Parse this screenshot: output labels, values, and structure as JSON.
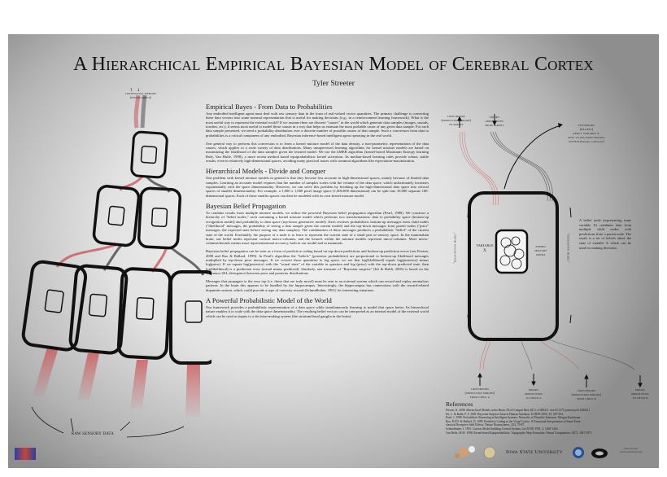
{
  "title": "A Hierarchical Empirical Bayesian Model of Cerebral Cortex",
  "author": "Tyler Streeter",
  "sections": [
    {
      "heading": "Empirical Bayes - From Data to Probabilities",
      "paragraphs": [
        "Any embodied intelligent agent must deal with raw sensory data in the form of real-valued vector quantities. The primary challenge is converting these data vectors into some internal representation that is useful for making decisions (e.g., in a reinforcement learning framework). What is the most useful way to represent the external world? If we assume there are discrete \"causes\" in the world which generate data samples (images, sounds, touches, etc.), it seems most useful to model those causes in a way that helps us estimate the most probable cause of any given data sample. For each data sample presented, we need a probability distribution over a discrete number of possible causes of that sample. Such a conversion from data to probabilities is a critical component of any embodied, Bayesian inference-based intelligent agent operating in the real world.",
        "One general way to perform this conversion is to learn a kernel mixture model of the data density, a non-parametric representation of the data causes, which applies to a wide variety of data distributions. Many unsupervised learning algorithms for kernel mixture models are based on maximizing the likelihood of the data samples given the learned model. We use the kMER algorithm (kernel-based Maximum Entropy learning Rule, Van Hulle, 1998), a more recent method based equiprobabilistic kernel activation. Its median-based learning rules provide robust, stable results, even in relatively high-dimensional spaces, avoiding many practical issues with common algorithms like expectation-maximization."
      ]
    },
    {
      "heading": "Hierarchical Models - Divide and Conquer",
      "paragraphs": [
        "One problem with kernel mixture models in general is that they become less accurate in high-dimensional spaces, mainly because of limited data samples. Learning an accurate model requires that the number of samples scales with the volume of the data space, which unfortunately increases exponentially with the space dimensionality. However, we can solve this problem by breaking up the high-dimensional data space into several spaces of smaller dimensionality. For example, a 1,000 x 1,000 pixel image space (1,000,000 dimensional) can be split into 10,000 separate 100-dimensional spaces. Each of these smaller spaces can then be modeled with its own kernel mixture model."
      ]
    },
    {
      "heading": "Bayesian Belief Propagation",
      "paragraphs": [
        "To combine results from multiple mixture models, we utilize the powerful Bayesian belief propagation algorithm (Pearl, 1988). We construct a hierarchy of \"belief nodes,\" each containing a kernel mixture model which performs two transformations: data to probability space (bottom-up recognition model) and probability to data space (top-down generative model). Each receives probabilistic bottom-up messages from child nodes (\"likelihood\" messages, the probability of seeing a data sample given the current model) and the top-down messages from parent nodes (\"prior\" messages, the expected state before seeing any data samples). The combination of these messages produces a probabilistic \"belief\" of the current state of the world. Essentially, the purpose of a node is to learn to represent the current state of a small part of sensory space. In the mammalian brain, our belief nodes represent cortical macro-columns, and the kernels within the mixture models represent micro-columns. More micro-columns/kernels means more representational accuracy, both in our model and in mammals.",
        "Bayesian belief propagation can be seen as a form of predictive coding based on top-down predictions and bottom-up prediction errors (see Friston, 2008 and Rao & Ballard, 1999). In Pearl's algorithm the \"beliefs\" (posterior probabilities) are proportional to bottom-up likelihood messages multiplied by top-down prior messages. If we convert these quantities to log space, we see that log(likelihood) equals log(posterior) minus log(prior). If we equate log(posterior) with the \"actual state\" of the variable in question and log (prior) with the top-down predicted state, then log(likelihood) is a prediction error (actual minus predicted). Similarly, one measure of \"Bayesian surprise\" (Itti & Baldi, 2005) is based on the difference (KL divergence) between prior and posterior distributions.",
        "Messages that propagate to the very top (i.e. those that are truly novel) must be sent to an external system which can record and replay anomalous patterns. In the brain this appears to be handled by the hippocampus. Interestingly, the hippocampus has connections with the reward-related dopamine system, which could provide a type of curiosity reward (Schmidhuber, 1991) for interesting situations."
      ]
    },
    {
      "heading": "A Powerful Probabilistic Model of the World",
      "paragraphs": [
        "Our framework provides a probabilistic representation of a data space while simultaneously learning to model that space better. Its hierarchical nature enables it to scale with the data space dimensionality. The resulting belief vectors can be interpreted as an internal model of the external world which can be used as inputs to a decision-making system (the striatum/basal ganglia in the brain)."
      ]
    }
  ],
  "references": {
    "heading": "References",
    "items": [
      "Friston, K. 2008. Hierarchical Models in the Brain. PLoS Comput Biol 4(11): e1000211. doi:10.1371/journal.pcbi.1000211",
      "Itti, L. & Baldi, P. F. 2005. Bayesian Surprise Attracts Human Attention. In NIPS 2005, 19, 547-554.",
      "Pearl, J. 1988. Probabilistic Reasoning in Intelligent Systems: Networks of Plausible Inference. Morgan Kaufmann.",
      "Rao, R.P.N. & Ballard, D. 1999. Predictive Coding in the Visual Cortex: A Functional Interpretation of Some Extra-",
      "classical Receptive-field Effects. Nature Neuroscience, 2(1), 79-87.",
      "Schmidhuber, J. 1991. Curious Model-building Control Systems. In IJCNN 1991, 2, 1458-1463.",
      "Van Hulle, M.M. 1998. Kernel-based Equiprobabilistic Topographic Map Formation. Neural Computation, 10(7), 1847-1871."
    ]
  },
  "left_diagram": {
    "top_label": "Conjunctive memory",
    "top_label_sub": "(hippocampus)",
    "bottom_label": "RAW SENSORY DATA"
  },
  "right_diagram": {
    "likelihoods_to_parent": [
      "Likelihoods",
      "(prediction errors)",
      "to parent"
    ],
    "priors_from_parent": [
      "Priors",
      "predictions",
      "from parent"
    ],
    "posteriors": [
      "Posteriors",
      "(beliefs)",
      "about variable X,",
      "sent to decision-making",
      "system (basal ganglia)"
    ],
    "recognition_model": "\"Recognition model\"",
    "generative_model": "\"Generative model\"",
    "variable": [
      "Variable",
      "X"
    ],
    "kernel_mixture": [
      "Kernel",
      "mixture",
      "model"
    ],
    "likelihoods_from_a": [
      "Likelihoods",
      "(prediction errors)",
      "from child A"
    ],
    "priors_to_a": [
      "Priors",
      "predictions",
      "to child A"
    ],
    "likelihoods_from_b": [
      "Likelihoods",
      "(prediction errors)",
      "from child B"
    ],
    "priors_to_b": [
      "Priors",
      "predictions",
      "to child B"
    ],
    "note": "A belief node (representing some variable X) combines data from multiple child nodes with predictions from a parent node. The result is a set of beliefs about the state of variable X which can be used for making decisions."
  },
  "footer": {
    "university": "Iowa State University",
    "lab_logo": "VRAC Lab",
    "contact": [
      "Tyler Streeter",
      "www.tylerstreeter.net"
    ]
  },
  "colors": {
    "likelihood_strands": "#c8474a",
    "prior_strands": "#333333",
    "node_outline": "#111111"
  }
}
